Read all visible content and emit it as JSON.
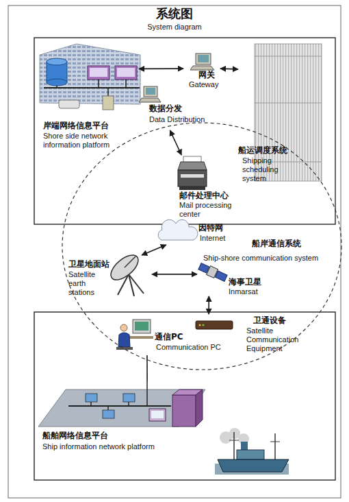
{
  "diagram": {
    "title": "系统图",
    "nodes": [
      {
        "text": [
          "岸端网络信息平台",
          "Shore side network information platform"
        ]
      },
      {
        "text": [
          "网关",
          "Gateway"
        ]
      },
      {
        "text": [
          "数据分发",
          "Data Distribution"
        ]
      },
      {
        "text": [
          "船运调度系统",
          "Shipping scheduling system"
        ]
      },
      {
        "text": [
          "船岸通信系统",
          "Ship-shore communication system"
        ]
      },
      {
        "text": [
          "邮件处理中心",
          "Mail processing center"
        ],
        "in": 4
      },
      {
        "text": [
          "因特网",
          "Internet"
        ],
        "in": 4
      },
      {
        "text": [
          "卫星地面站",
          "Satellite earth stations"
        ],
        "in": 4
      },
      {
        "text": [
          "海事卫星",
          "Inmarsat"
        ],
        "in": 4
      },
      {
        "text": [
          "卫通设备",
          "Satellite Communication Equipment"
        ],
        "in": 4
      },
      {
        "text": [
          "通信PC",
          "Communication PC"
        ],
        "in": 4
      },
      {
        "text": [
          "船舶网络信息平台",
          "Ship information network platform"
        ]
      }
    ],
    "edges": [
      {
        "from": 0,
        "to": 1,
        "arrow": "both"
      },
      {
        "from": 1,
        "to": 3,
        "arrow": "both"
      },
      {
        "from": 2,
        "to": 5,
        "arrow": "both"
      },
      {
        "from": 7,
        "to": 6,
        "arrow": "both"
      },
      {
        "from": 7,
        "to": 8,
        "arrow": "both"
      },
      {
        "from": 8,
        "to": 9,
        "arrow": "both"
      },
      {
        "from": 10,
        "to": 11,
        "arrow": "none"
      }
    ],
    "labels": [
      "System diagram"
    ]
  }
}
